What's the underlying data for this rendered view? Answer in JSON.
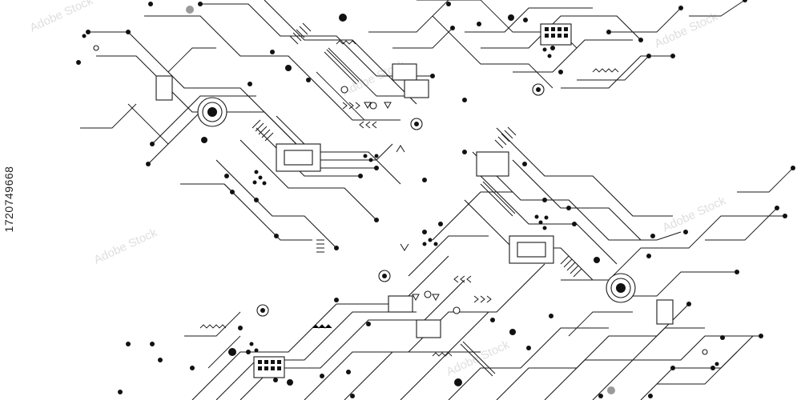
{
  "image": {
    "kind": "circuit-board line-art illustration",
    "stock_id_text": "1720749668",
    "watermark_text": "Adobe Stock",
    "colors": {
      "background": "#ffffff",
      "ink": "#1a1a1a",
      "accent_gray": "#9a9a9a",
      "watermark": "#d6d6d6"
    }
  }
}
